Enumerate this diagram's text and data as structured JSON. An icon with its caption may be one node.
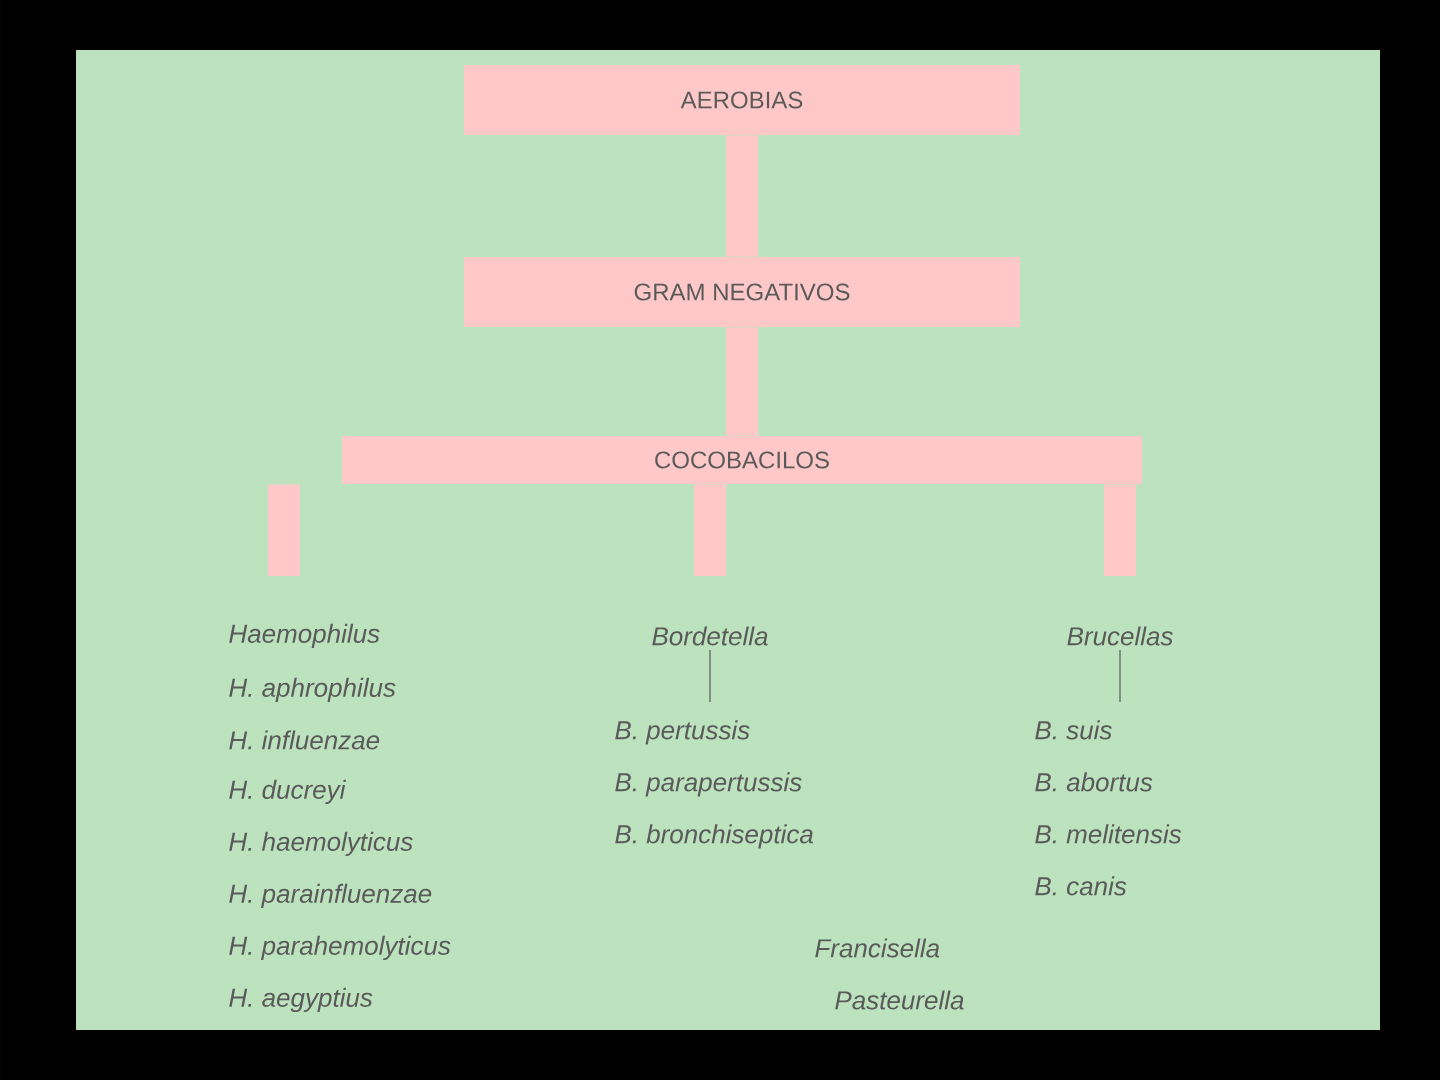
{
  "diagram": {
    "nodes": [
      {
        "text": [
          "AEROBIAS"
        ]
      },
      {
        "text": [
          "GRAM NEGATIVOS"
        ]
      },
      {
        "text": [
          "COCOBACILOS"
        ]
      },
      {
        "text": [
          "Haemophilus"
        ]
      },
      {
        "text": [
          "Bordetella"
        ]
      },
      {
        "text": [
          "Brucellas"
        ]
      },
      {
        "text": [
          "B. pertussis",
          "B. parapertussis",
          "B. bronchiseptica"
        ]
      },
      {
        "text": [
          "B. suis",
          "B. abortus",
          "B. melitensis",
          "B. canis"
        ]
      }
    ],
    "edges": [
      {
        "from": 0,
        "to": 1,
        "arrow": "none"
      },
      {
        "from": 1,
        "to": 2,
        "arrow": "none"
      },
      {
        "from": 2,
        "to": 3,
        "arrow": "none"
      },
      {
        "from": 2,
        "to": 4,
        "arrow": "none"
      },
      {
        "from": 2,
        "to": 5,
        "arrow": "none"
      },
      {
        "from": 4,
        "to": 6,
        "arrow": "none",
        "color": "#5a5a5a"
      },
      {
        "from": 5,
        "to": 7,
        "arrow": "none",
        "color": "#5a5a5a"
      }
    ],
    "labels": [
      "H. aphrophilus",
      "H. influenzae",
      "H. ducreyi",
      "H. haemolyticus",
      "H. parainfluenzae",
      "H. parahemolyticus",
      "H. aegyptius",
      "Francisella",
      "Pasteurella"
    ]
  }
}
